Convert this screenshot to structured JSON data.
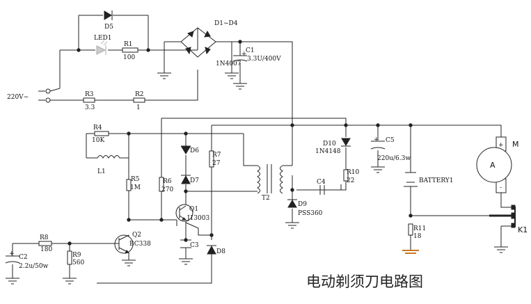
{
  "title": "电动剃须刀电路图",
  "labels": {
    "mains": "220V~",
    "d5": "D5",
    "led1": "LED1",
    "r1": "R1",
    "r1_val": "100",
    "bridge": "D1~D4",
    "bridge_type": "1N4007",
    "c1": "C1",
    "c1_val": "3.3U/400V",
    "r3": "R3",
    "r3_val": "3.3",
    "r2": "R2",
    "r2_val": "1",
    "r4": "R4",
    "r4_val": "10K",
    "l1": "L1",
    "d6": "D6",
    "d7": "D7",
    "r7": "R7",
    "r7_val": "27",
    "r5": "R5",
    "r5_val": "1M",
    "r6": "R6",
    "r6_val": "270",
    "q1": "Q1",
    "q1_val": "J13003",
    "c3": "C3",
    "q2": "Q2",
    "q2_val": "BC338",
    "r8": "R8",
    "r8_val": "180",
    "r9": "R9",
    "r9_val": "560",
    "c2": "C2",
    "c2_val": "2.2u/50w",
    "d8": "D8",
    "t2": "T2",
    "d10": "D10",
    "d10_val": "1N4148",
    "r10": "R10",
    "r10_val": "22",
    "c4": "C4",
    "d9": "D9",
    "d9_val": "PSS360",
    "c5": "C5",
    "c5_val": "220u/6.3w",
    "battery": "BATTERY1",
    "r11": "R11",
    "r11_val": "18",
    "motor": "M",
    "motor_a": "A",
    "plus": "+",
    "minus": "-",
    "switch": "K1"
  }
}
